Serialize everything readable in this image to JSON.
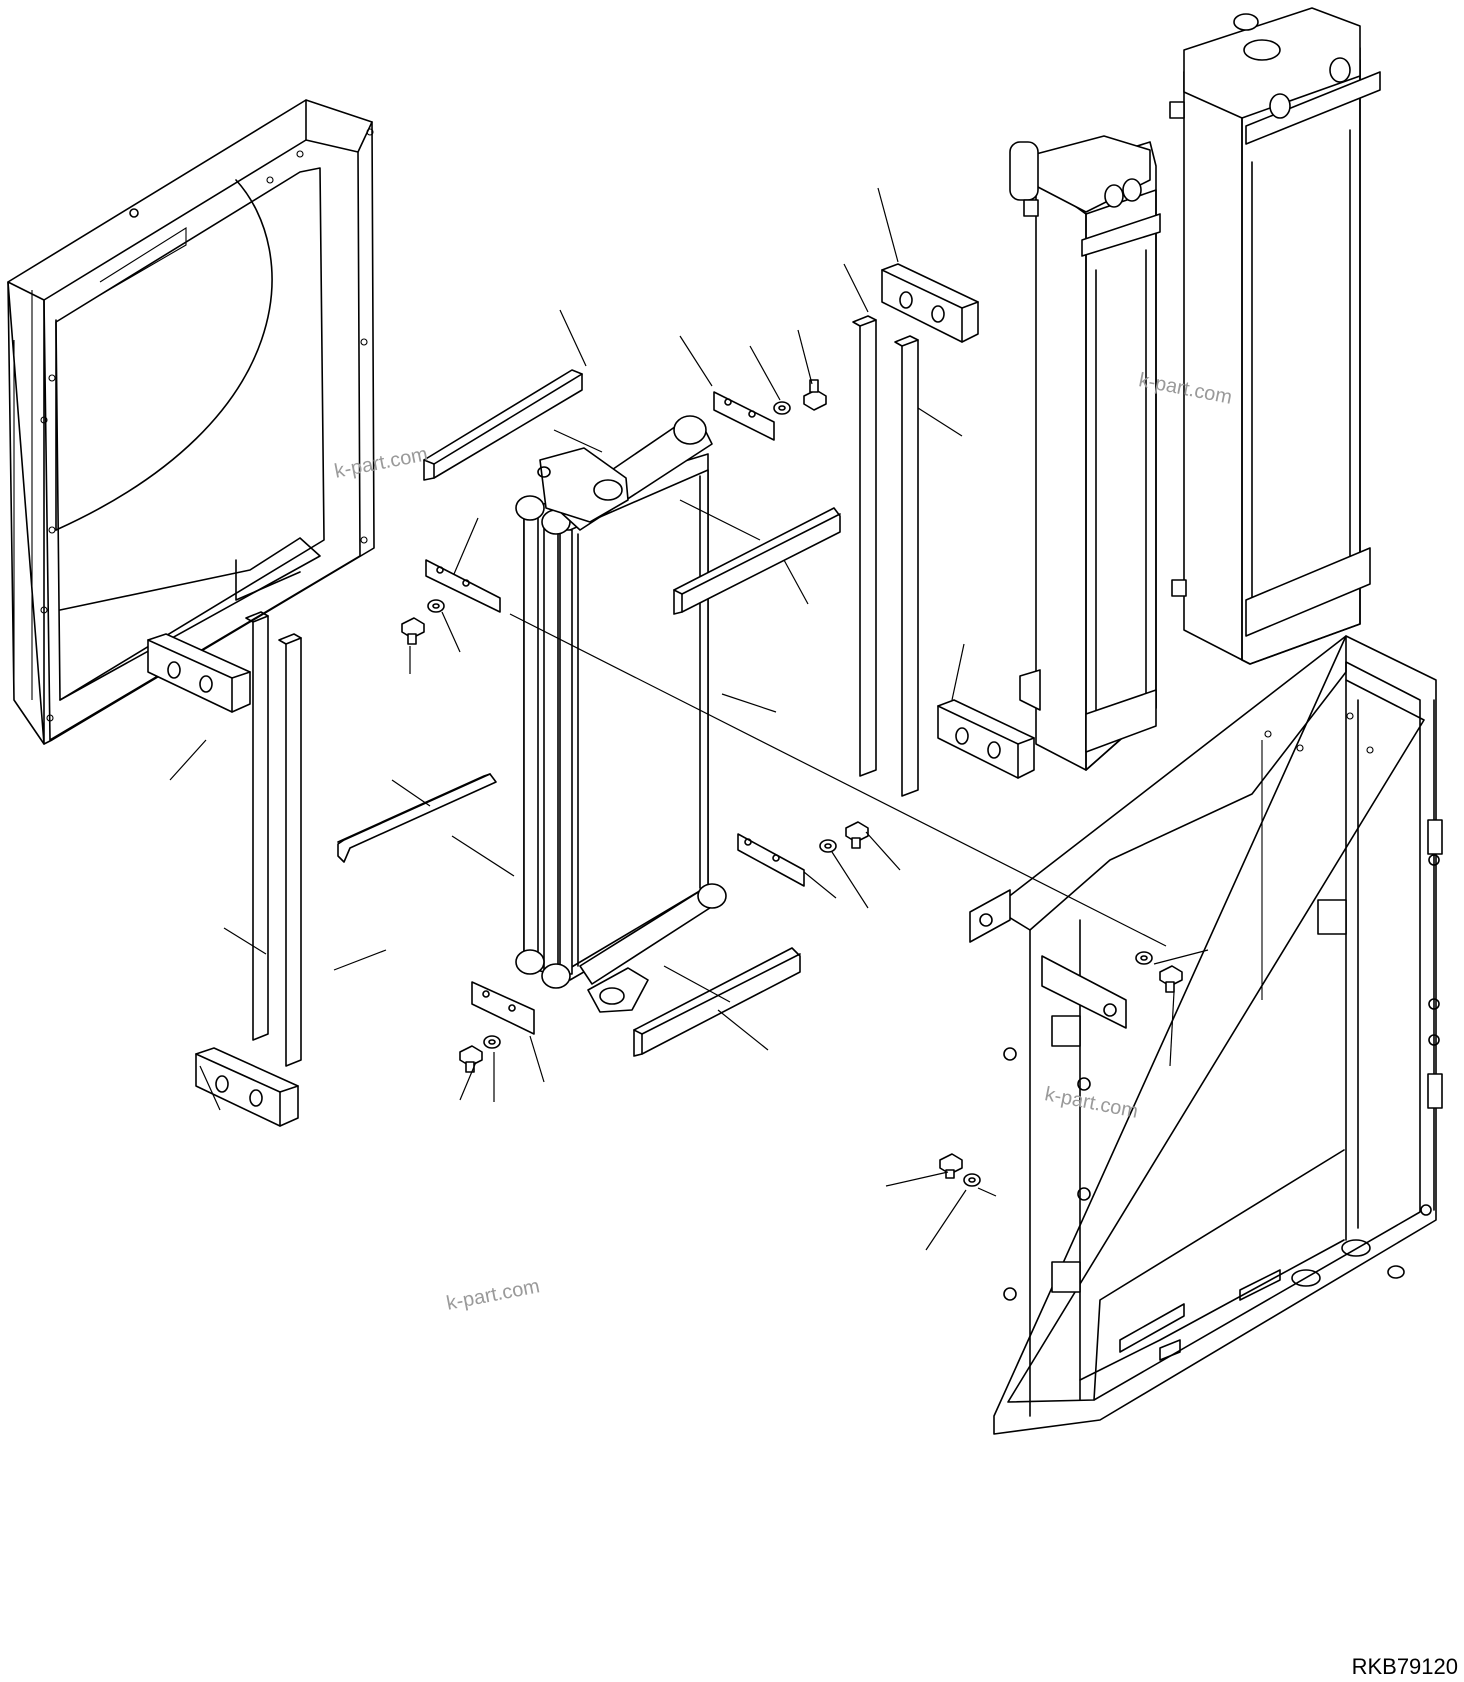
{
  "drawing": {
    "code": "RKB79120",
    "watermarks": [
      "k-part.com",
      "k-part.com",
      "k-part.com",
      "k-part.com"
    ]
  },
  "parts": [
    {
      "name": "fan-shroud"
    },
    {
      "name": "oil-cooler"
    },
    {
      "name": "radiator-large"
    },
    {
      "name": "radiator-small"
    },
    {
      "name": "support-frame"
    }
  ]
}
